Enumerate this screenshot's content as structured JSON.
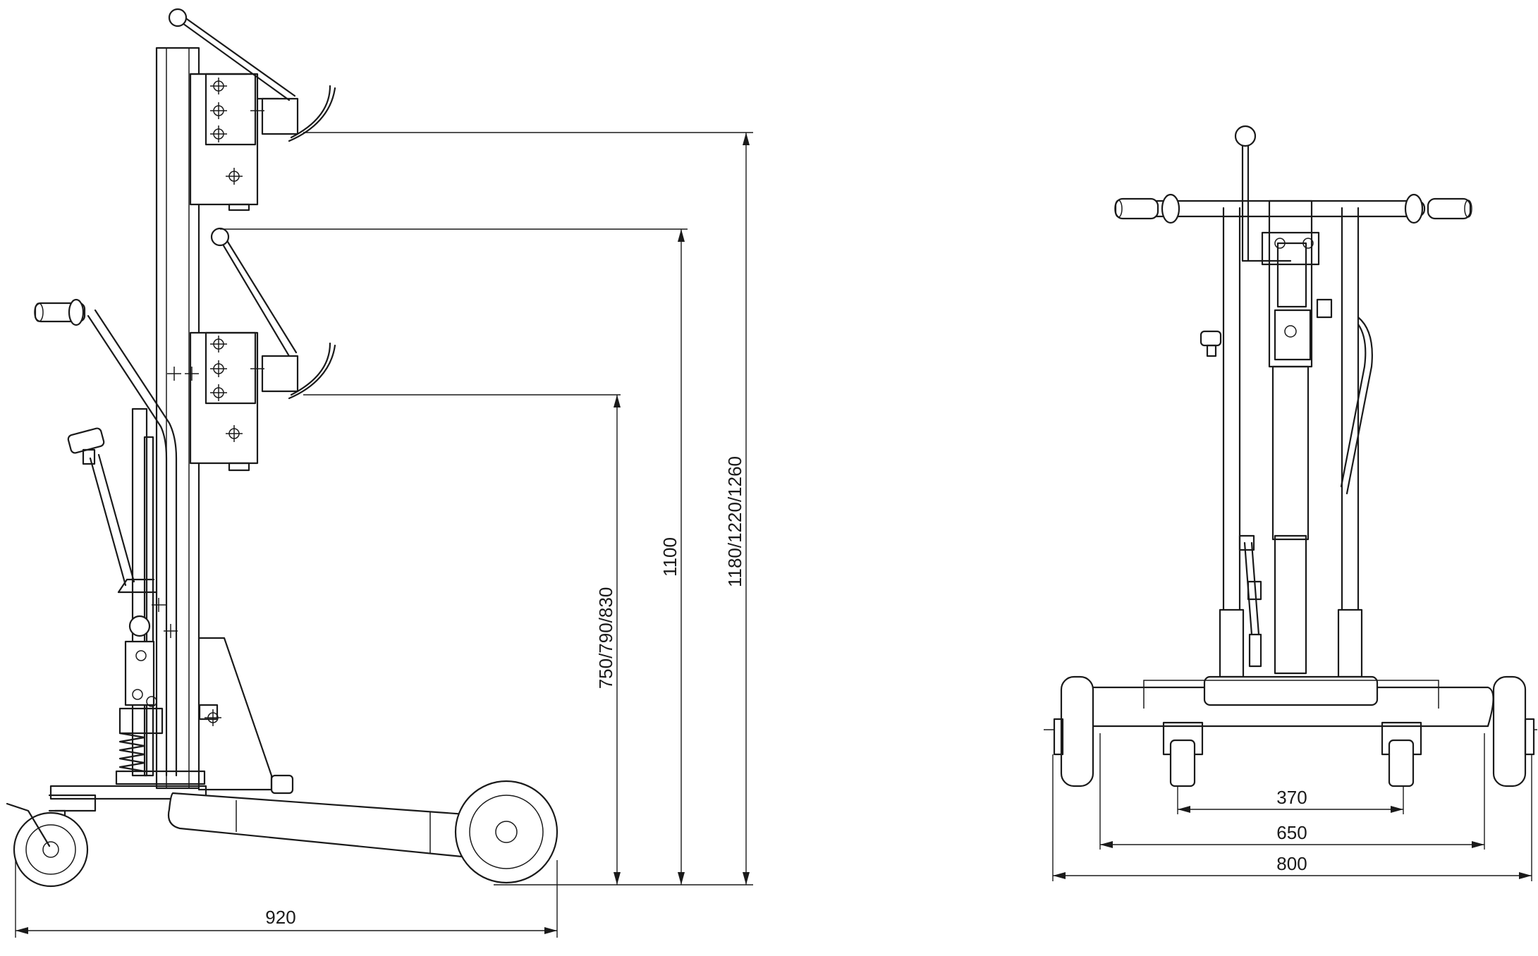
{
  "side_view": {
    "dimensions": {
      "width_label": "920",
      "claw_low_label": "750/790/830",
      "claw_mid_label": "1100",
      "claw_high_label": "1180/1220/1260"
    }
  },
  "front_view": {
    "dimensions": {
      "inner_label": "370",
      "middle_label": "650",
      "outer_label": "800"
    }
  }
}
